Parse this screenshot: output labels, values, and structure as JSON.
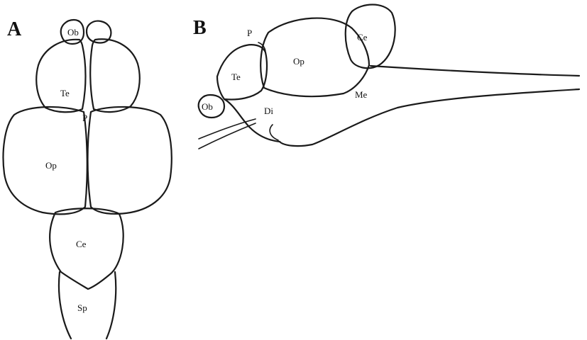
{
  "panels": {
    "a": {
      "letter": "A",
      "labels": {
        "ob": "Ob",
        "te": "Te",
        "p": "P",
        "op": "Op",
        "ce": "Ce",
        "sp": "Sp"
      }
    },
    "b": {
      "letter": "B",
      "labels": {
        "p": "P",
        "ce": "Ce",
        "op": "Op",
        "te": "Te",
        "me": "Me",
        "ob": "Ob",
        "di": "Di"
      }
    }
  },
  "colors": {
    "line": "#1a1a1a",
    "background": "#ffffff"
  }
}
